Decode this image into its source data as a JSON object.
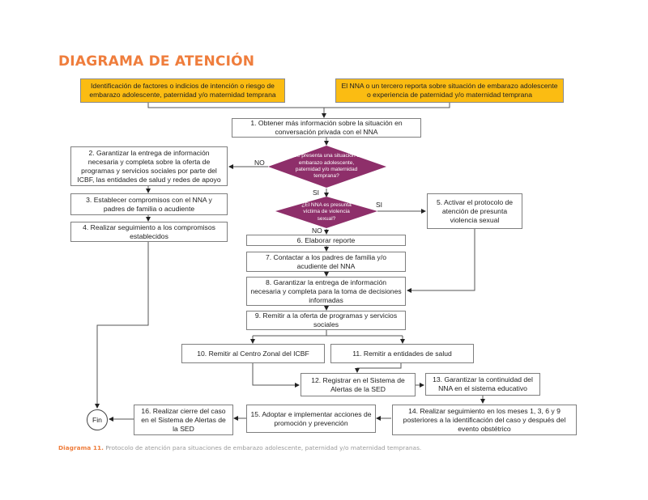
{
  "title": "DIAGRAMA DE ATENCIÓN",
  "colors": {
    "title": "#ef7d3c",
    "start_box": "#fbbc12",
    "decision": "#8e2f6a",
    "line": "#444444"
  },
  "start_boxes": [
    {
      "id": "start-a",
      "text": "Identificación de factores o indicios de intención o riesgo de embarazo adolescente, paternidad y/o maternidad temprana"
    },
    {
      "id": "start-b",
      "text": "El NNA o un tercero reporta sobre situación de embarazo adolescente o experiencia de paternidad y/o maternidad temprana"
    }
  ],
  "steps": {
    "s1": "1. Obtener más información sobre la situación en conversación privada con el NNA",
    "s2": "2. Garantizar la entrega de información necesaria y completa sobre la oferta de programas y servicios sociales por parte del ICBF, las entidades de salud y redes de apoyo",
    "s3": "3. Establecer compromisos con el NNA y padres de familia o acudiente",
    "s4": "4. Realizar seguimiento a los compromisos establecidos",
    "s5": "5. Activar el protocolo de atención de presunta violencia sexual",
    "s6": "6. Elaborar reporte",
    "s7": "7. Contactar a los padres de familia y/o acudiente del NNA",
    "s8": "8. Garantizar la entrega de información necesaria y completa para la toma de decisiones informadas",
    "s9": "9. Remitir a la oferta de programas y servicios sociales",
    "s10": "10. Remitir al Centro Zonal del ICBF",
    "s11": "11. Remitir a entidades de salud",
    "s12": "12. Registrar en el Sistema de Alertas de la SED",
    "s13": "13. Garantizar la continuidad del NNA en el sistema educativo",
    "s14": "14. Realizar seguimiento en los meses 1, 3, 6 y 9 posteriores a la identificación del caso y después del evento obstétrico",
    "s15": "15. Adoptar e implementar acciones de promoción y prevención",
    "s16": "16. Realizar cierre del caso en el Sistema de Alertas de la SED"
  },
  "decisions": {
    "d1": "¿Se presenta una situación de embarazo adolescente, paternidad y/o maternidad temprana?",
    "d2": "¿El NNA es presunta víctima de violencia sexual?"
  },
  "edge_labels": {
    "d1_no": "NO",
    "d1_si": "SI",
    "d2_si": "SI",
    "d2_no": "NO"
  },
  "end": "Fin",
  "caption": {
    "label": "Diagrama 11.",
    "text": " Protocolo de atención para situaciones de embarazo adolescente, paternidad y/o maternidad tempranas."
  }
}
